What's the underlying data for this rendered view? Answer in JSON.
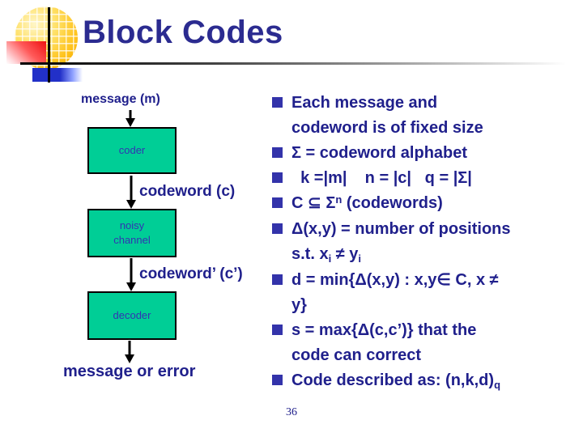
{
  "slide": {
    "title": "Block Codes",
    "page_number": "36"
  },
  "colors": {
    "title_text": "#2b2b90",
    "body_text": "#20208c",
    "bullet_square": "#3333aa",
    "box_fill": "#00ce96",
    "box_label_text": "#3333b3",
    "logo_yellow": "#ffc21a",
    "logo_red": "#ee1111",
    "logo_blue": "#2230c8"
  },
  "diagram": {
    "input_label": "message (m)",
    "coder_label": "coder",
    "channel_label": "noisy\nchannel",
    "decoder_label": "decoder",
    "codeword_label": "codeword (c)",
    "codeword_prime_label": "codeword’ (c’)",
    "output_label": "message or error"
  },
  "bullets": {
    "items": [
      {
        "lines": [
          [
            {
              "v": "Each message and"
            }
          ],
          [
            {
              "v": "codeword is of fixed size"
            }
          ]
        ]
      },
      {
        "lines": [
          [
            {
              "v": "Σ = codeword alphabet"
            }
          ]
        ]
      },
      {
        "lines": [
          [
            {
              "v": "  k =|m|    n = |c|   q = |Σ|"
            }
          ]
        ]
      },
      {
        "lines": [
          [
            {
              "v": "C ⊆ Σ"
            },
            {
              "v": "n",
              "s": "sup"
            },
            {
              "v": " (codewords)"
            }
          ]
        ]
      },
      {
        "lines": [
          [
            {
              "v": "Δ(x,y) = number of positions"
            }
          ],
          [
            {
              "v": "s.t. x"
            },
            {
              "v": "i",
              "s": "sub"
            },
            {
              "v": " ≠ y"
            },
            {
              "v": "i",
              "s": "sub"
            }
          ]
        ]
      },
      {
        "lines": [
          [
            {
              "v": "d = min{Δ(x,y) : x,y∈ C, x ≠"
            }
          ],
          [
            {
              "v": "y}"
            }
          ]
        ]
      },
      {
        "lines": [
          [
            {
              "v": "s = max{Δ(c,c’)} that the"
            }
          ],
          [
            {
              "v": "code can correct"
            }
          ]
        ]
      },
      {
        "lines": [
          [
            {
              "v": "Code described as: (n,k,d)"
            },
            {
              "v": "q",
              "s": "sub"
            }
          ]
        ]
      }
    ]
  }
}
